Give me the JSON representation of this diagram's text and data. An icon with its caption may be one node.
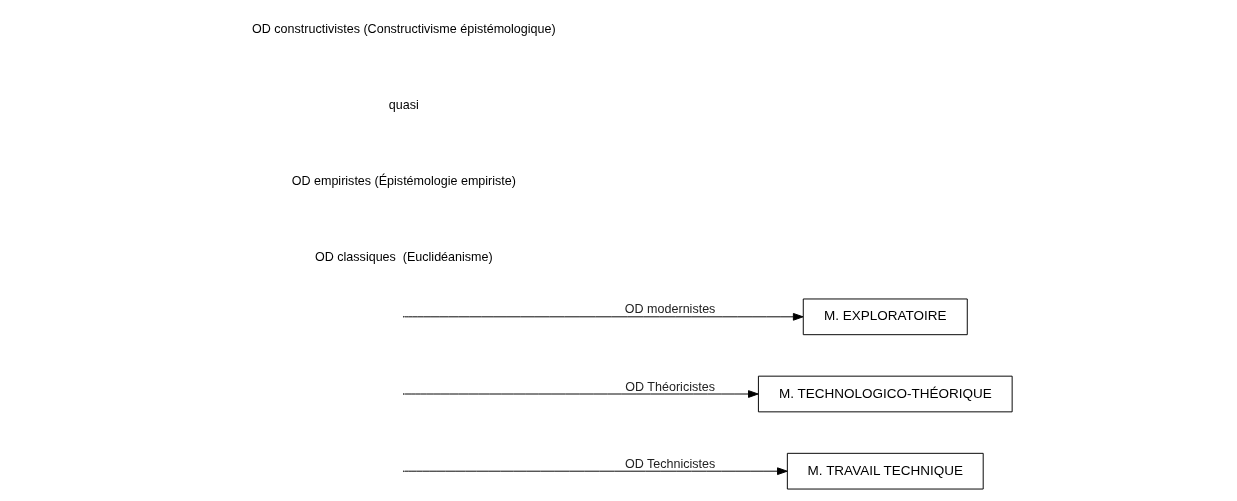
{
  "diagram": {
    "nodes": [
      {
        "text": [
          "M. TRAVAIL TECHNIQUE"
        ]
      },
      {
        "text": [
          "M. TECHNOLOGICO-THÉORIQUE"
        ]
      },
      {
        "text": [
          "M. EXPLORATOIRE"
        ]
      }
    ],
    "edges": [
      {
        "from": null,
        "to": 0,
        "arrow": "to",
        "label": "OD Technicistes"
      },
      {
        "from": null,
        "to": 1,
        "arrow": "to",
        "label": "OD Théoricistes"
      },
      {
        "from": null,
        "to": 2,
        "arrow": "to",
        "label": "OD modernistes"
      }
    ],
    "labels": [
      "OD classiques  (Euclidéanisme)",
      "OD empiristes (Épistémologie empiriste)",
      "quasi",
      "OD constructivistes (Constructivisme épistémologique)"
    ]
  }
}
